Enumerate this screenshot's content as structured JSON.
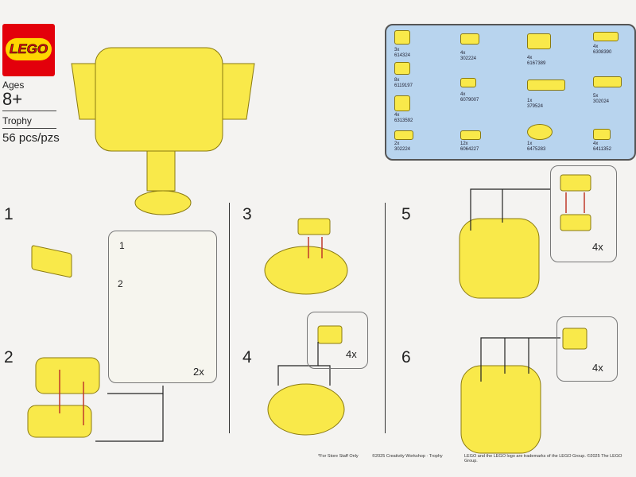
{
  "logo": {
    "text": "LEGO",
    "color": "#e3000b"
  },
  "info": {
    "ages_label": "Ages",
    "ages": "8+",
    "name": "Trophy",
    "count": "56 pcs/pzs"
  },
  "parts": [
    {
      "qty": "3x",
      "id": "614324"
    },
    {
      "qty": "4x",
      "id": "302224"
    },
    {
      "qty": "4x",
      "id": "6167389"
    },
    {
      "qty": "4x",
      "id": "6308390"
    },
    {
      "qty": "8x",
      "id": "6119197"
    },
    {
      "qty": "4x",
      "id": "6079007"
    },
    {
      "qty": "1x",
      "id": "379524"
    },
    {
      "qty": "5x",
      "id": "302024"
    },
    {
      "qty": "4x",
      "id": "6313592"
    },
    {
      "qty": "12x",
      "id": "6064227"
    },
    {
      "qty": "1x",
      "id": "6475283"
    },
    {
      "qty": "4x",
      "id": "6411352"
    },
    {
      "qty": "2x",
      "id": "302224"
    }
  ],
  "steps": {
    "s1": "1",
    "s2": "2",
    "s3": "3",
    "s4": "4",
    "s5": "5",
    "s6": "6"
  },
  "substeps": {
    "a": "1",
    "b": "2",
    "mult_2": "2x",
    "mult_4a": "4x",
    "mult_5": "4x",
    "mult_6": "4x"
  },
  "footer": {
    "staff": "*For Store Staff Only",
    "workshop": "©2025 Creativity Workshop · Trophy",
    "trademark": "LEGO and the LEGO logo are trademarks of the LEGO Group. ©2025 The LEGO Group."
  },
  "colors": {
    "brick": "#f9e94a",
    "arrow": "#c0392b",
    "parts_bg": "#b8d4ee"
  }
}
